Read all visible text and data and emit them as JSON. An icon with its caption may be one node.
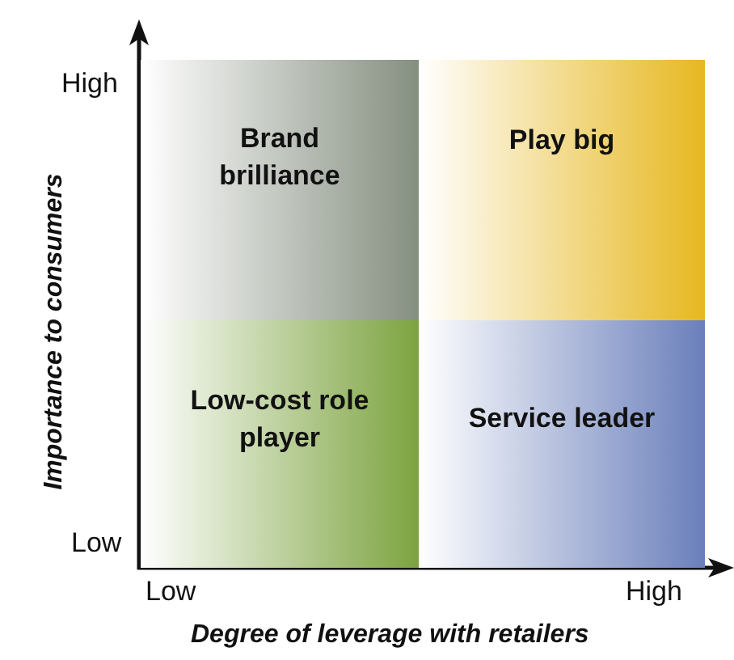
{
  "diagram": {
    "nodes": [
      {
        "text": [
          "Brand brilliance"
        ]
      },
      {
        "text": [
          "Play big"
        ]
      },
      {
        "text": [
          "Low-cost role player"
        ]
      },
      {
        "text": [
          "Service leader"
        ]
      }
    ],
    "labels": [
      "High",
      "Importance to consumers",
      "Low",
      "Low",
      "High",
      "Degree of leverage with retailers"
    ]
  }
}
